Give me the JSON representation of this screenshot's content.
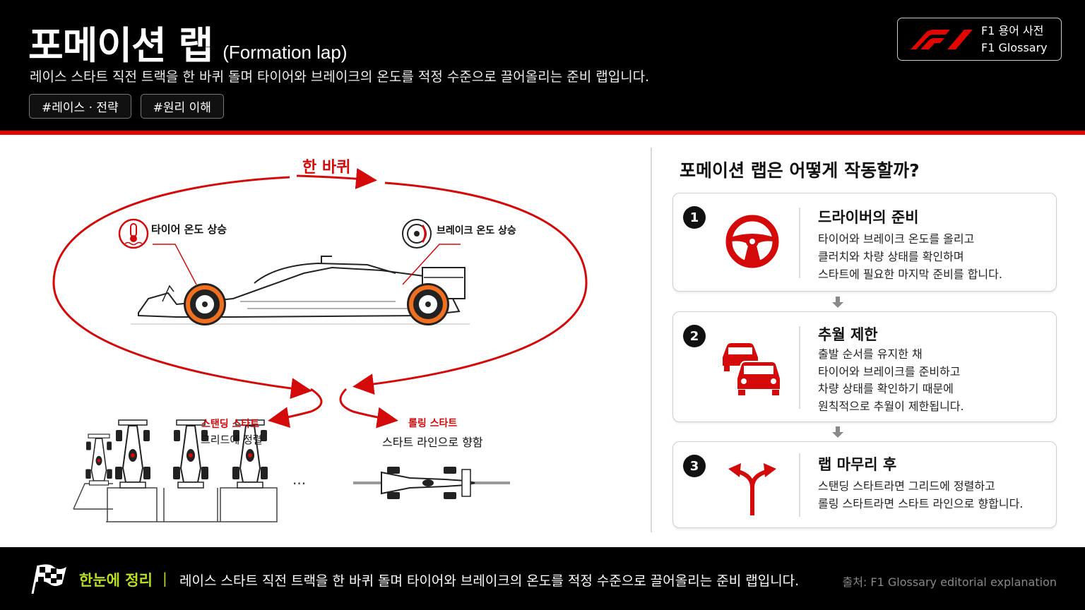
{
  "header": {
    "title_ko": "포메이션 랩",
    "title_en": "(Formation lap)",
    "subtitle": "레이스 스타트 직전 트랙을 한 바퀴 돌며 타이어와 브레이크의 온도를 적정 수준으로 끌어올리는 준비 랩입니다.",
    "tags": [
      "#레이스 · 전략",
      "#원리 이해"
    ],
    "brand_line1": "F1 용어 사전",
    "brand_line2": "F1 Glossary"
  },
  "diagram": {
    "lap_label": "한 바퀴",
    "tire_callout": "타이어 온도 상승",
    "brake_callout": "브레이크 온도 상승",
    "standing": {
      "label": "스탠딩 스타트",
      "desc": "그리드에 정렬"
    },
    "rolling": {
      "label": "롤링 스타트",
      "desc": "스타트 라인으로 향함"
    },
    "ellipsis": "..."
  },
  "how": {
    "title": "포메이션 랩은 어떻게 작동할까?",
    "steps": [
      {
        "num": "1",
        "title": "드라이버의 준비",
        "icon": "steering-wheel-icon",
        "lines": [
          "타이어와 브레이크 온도를 올리고",
          "클러치와 차량 상태를 확인하며",
          "스타트에 필요한 마지막 준비를 합니다."
        ]
      },
      {
        "num": "2",
        "title": "추월 제한",
        "icon": "two-cars-icon",
        "lines": [
          "출발 순서를 유지한 채",
          "타이어와 브레이크를 준비하고",
          "차량 상태를 확인하기 때문에",
          "원칙적으로 추월이 제한됩니다."
        ]
      },
      {
        "num": "3",
        "title": "랩 마무리 후",
        "icon": "split-arrow-icon",
        "lines": [
          "스탠딩 스타트라면 그리드에 정렬하고",
          "롤링 스타트라면 스타트 라인으로 향합니다."
        ]
      }
    ]
  },
  "footer": {
    "summary_label": "한눈에 정리",
    "separator": "|",
    "summary_text": "레이스 스타트 직전 트랙을 한 바퀴 돌며 타이어와 브레이크의 온도를 적정 수준으로 끌어올리는 준비 랩입니다.",
    "source": "출처: F1 Glossary editorial explanation"
  },
  "colors": {
    "accent": "#e10600",
    "label_red": "#d40a0a",
    "summary_green": "#b8e020"
  }
}
